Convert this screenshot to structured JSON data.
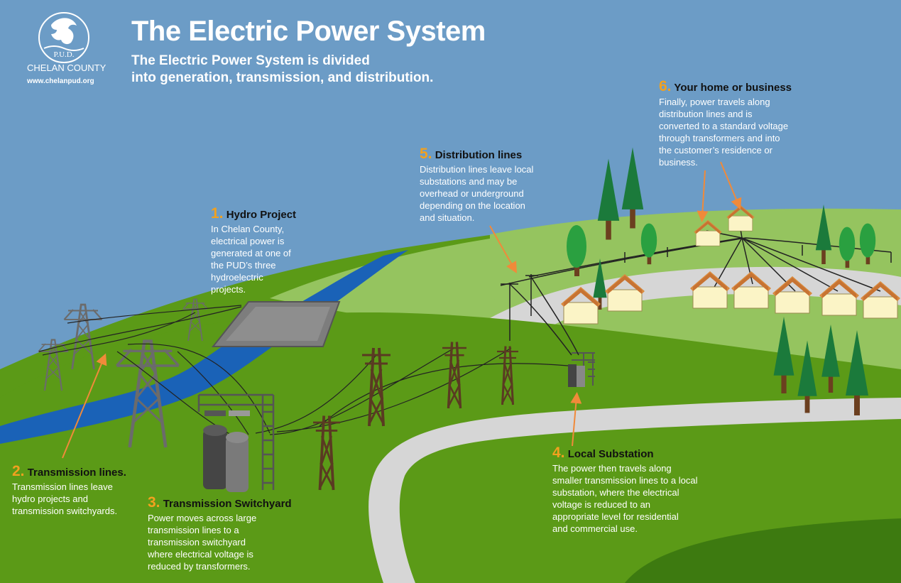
{
  "header": {
    "title": "The Electric Power System",
    "subtitle_line1": "The Electric Power System is divided",
    "subtitle_line2": "into generation, transmission, and distribution."
  },
  "logo": {
    "seal_text": "P.U.D.",
    "county": "CHELAN COUNTY",
    "url": "www.chelanpud.org"
  },
  "steps": [
    {
      "number": "1.",
      "title": "Hydro Project",
      "lines": [
        "In Chelan County,",
        "electrical power is",
        "generated at one of",
        "the PUD’s three",
        "hydroelectric",
        "projects."
      ]
    },
    {
      "number": "2.",
      "title": "Transmission lines.",
      "lines": [
        "Transmission lines leave",
        "hydro projects and",
        "transmission switchyards."
      ]
    },
    {
      "number": "3.",
      "title": "Transmission Switchyard",
      "lines": [
        "Power moves across large",
        "transmission lines to a",
        "transmission switchyard",
        "where electrical voltage is",
        "reduced by transformers."
      ]
    },
    {
      "number": "4.",
      "title": "Local Substation",
      "lines": [
        "The power then travels along",
        "smaller transmission lines to a local",
        "substation, where the electrical",
        "voltage is reduced to an",
        "appropriate level for residential",
        "and commercial use."
      ]
    },
    {
      "number": "5.",
      "title": "Distribution lines",
      "lines": [
        "Distribution lines leave local",
        "substations and may be",
        "overhead or underground",
        "depending on the location",
        "and situation."
      ]
    },
    {
      "number": "6.",
      "title": "Your home or business",
      "lines": [
        "Finally, power travels along",
        "distribution lines and is",
        "converted to a standard voltage",
        "through transformers and into",
        "the customer’s residence or",
        "business."
      ]
    }
  ],
  "colors": {
    "sky": "#6c9cc6",
    "grass": "#5b9a17",
    "light_grass": "#95c45f",
    "river": "#1a62b7",
    "road": "#d6d6d6",
    "accent_number": "#f2a11f",
    "arrow": "#f08a3a"
  }
}
